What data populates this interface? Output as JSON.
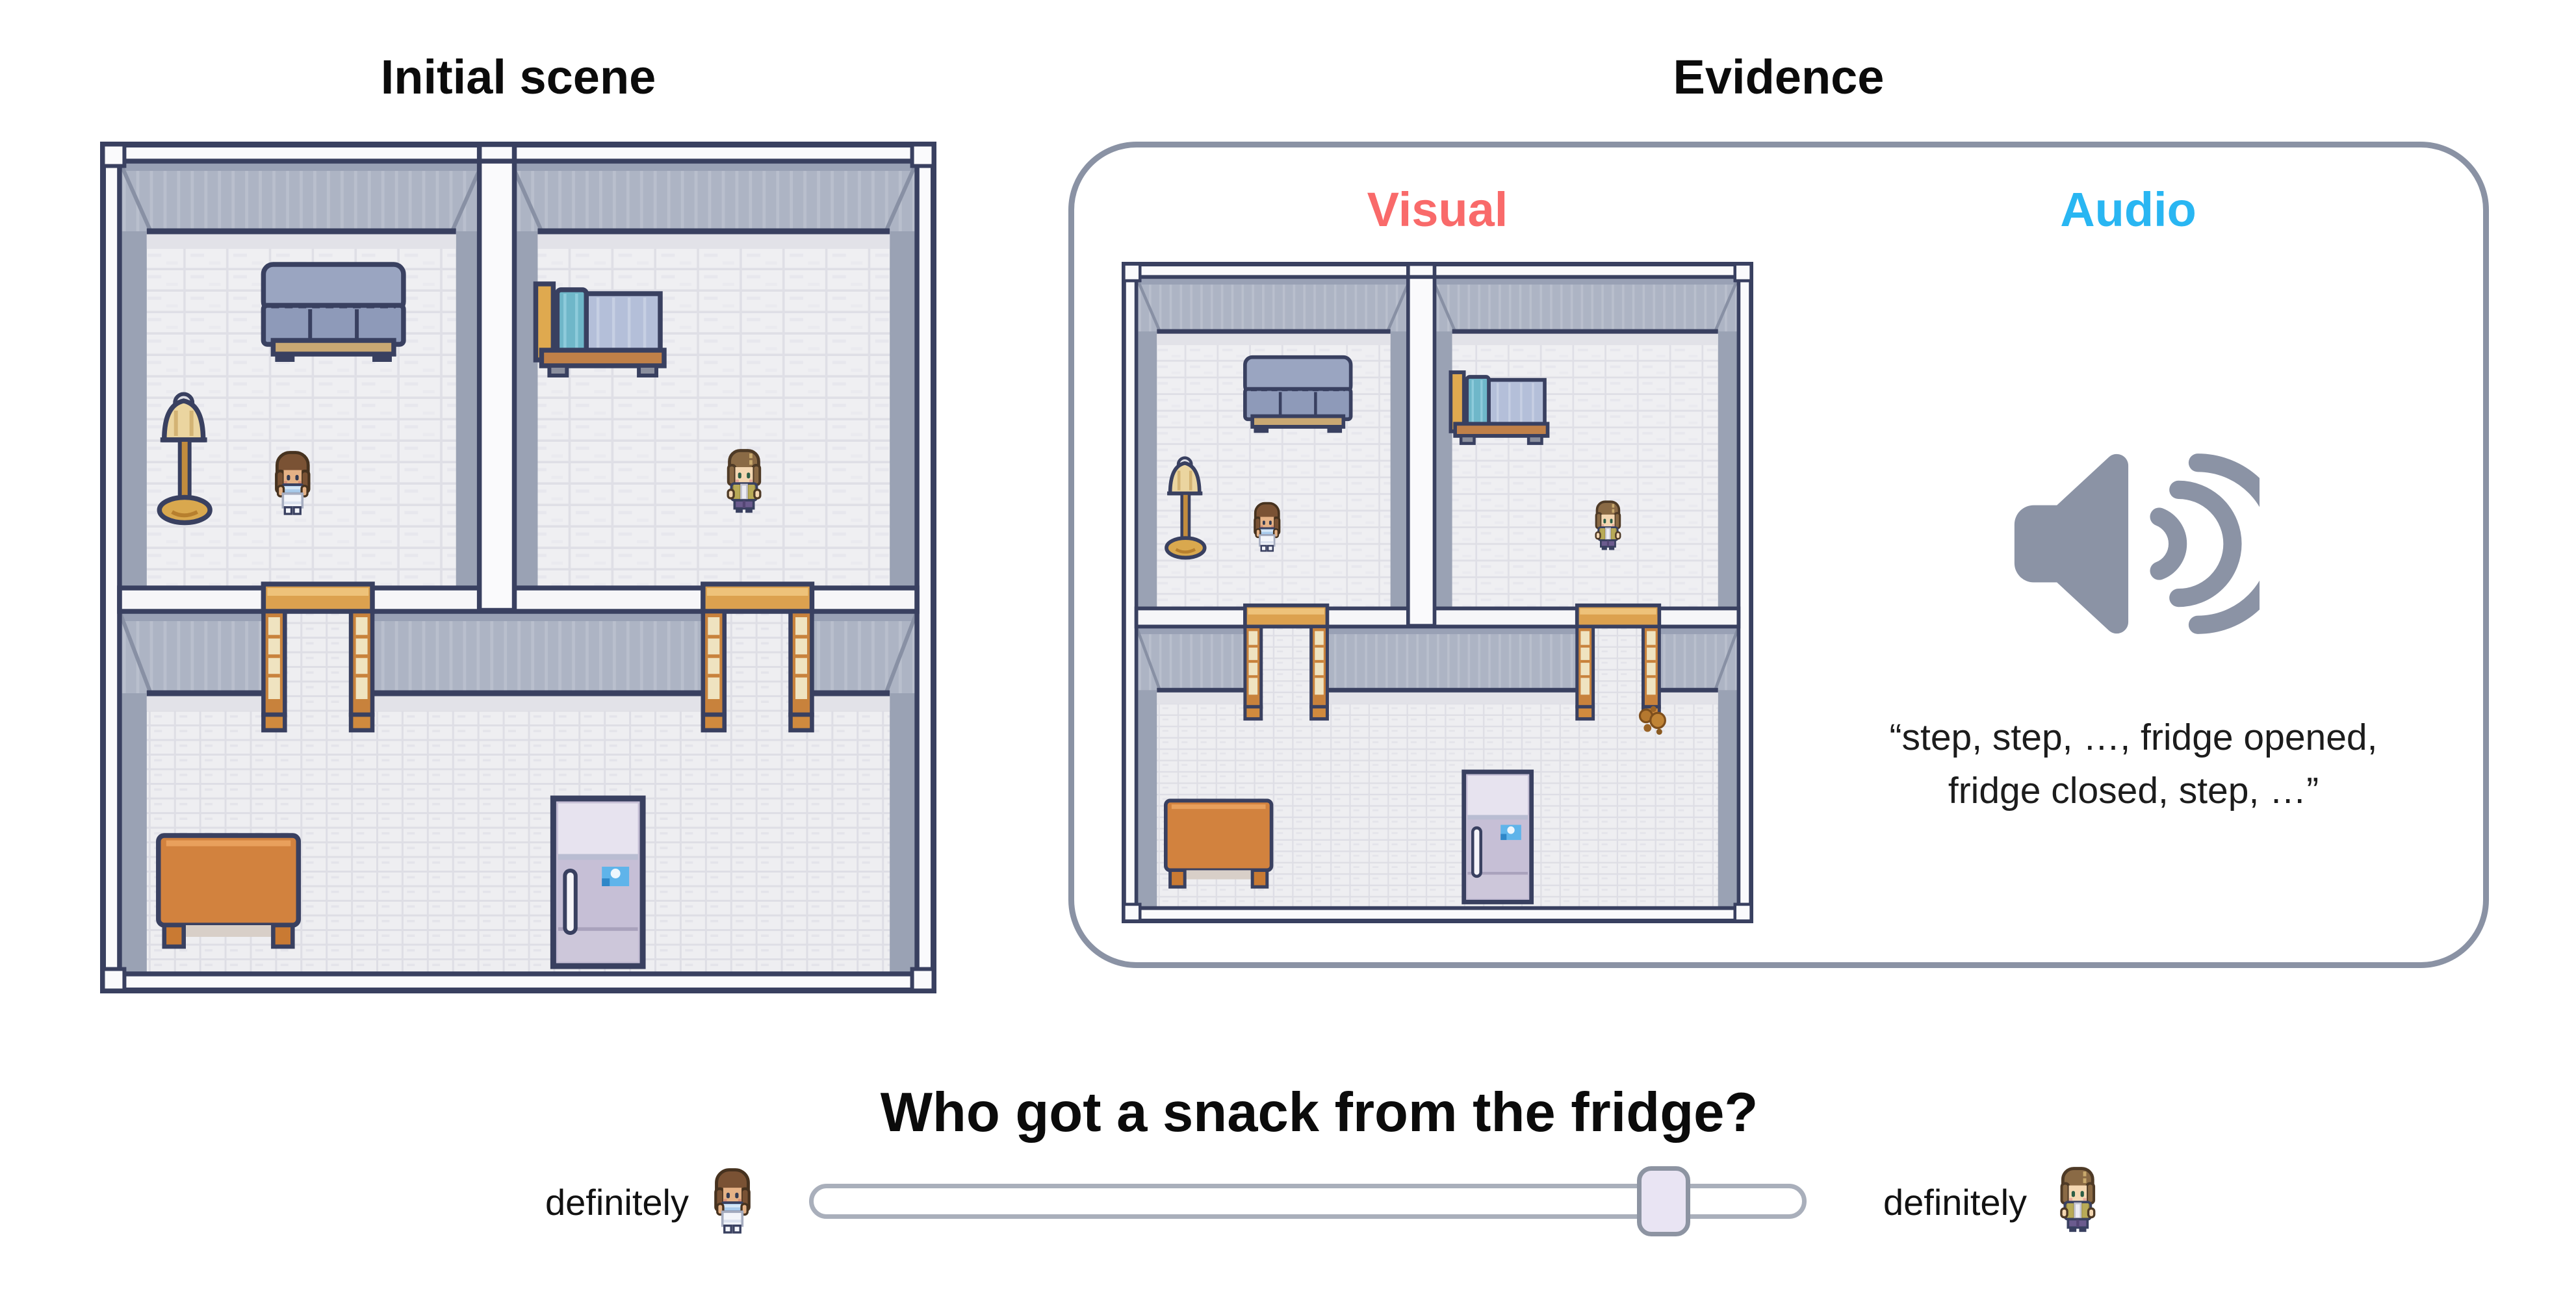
{
  "titles": {
    "initial_scene": "Initial scene",
    "evidence": "Evidence"
  },
  "evidence_panel": {
    "visual_label": "Visual",
    "audio_label": "Audio",
    "visual_color": "#f96a6a",
    "audio_color": "#29b6f2",
    "audio_quote": {
      "line1": "“step, step, …, fridge opened,",
      "line2": "fridge closed, step, …”"
    },
    "icons": {
      "speaker": "speaker-audio-icon"
    }
  },
  "question": {
    "text": "Who got a snack from the fridge?"
  },
  "slider": {
    "left_label": "definitely",
    "right_label": "definitely",
    "left_character": "girl-character-icon",
    "right_character": "boy-character-icon",
    "value_fraction": 0.86
  },
  "scene": {
    "initial": {
      "rooms": {
        "top_left": [
          "couch",
          "floor-lamp",
          "girl-character"
        ],
        "top_right": [
          "bed",
          "boy-character"
        ],
        "bottom": [
          "table",
          "fridge",
          "left-door",
          "right-door"
        ]
      }
    },
    "evidence_visual": {
      "difference_from_initial": [
        "crumbs-on-floor-near-right-door"
      ]
    }
  },
  "style_colors": {
    "wall_outline": "#394060",
    "wall_gray": "#adb4c4",
    "floor": "#efeff2",
    "wood": "#d99a4e",
    "speaker_gray": "#8b93a5",
    "slider_border": "#a9afbb",
    "slider_handle_fill": "#e9e4f3",
    "evidence_border": "#8a92a4"
  }
}
